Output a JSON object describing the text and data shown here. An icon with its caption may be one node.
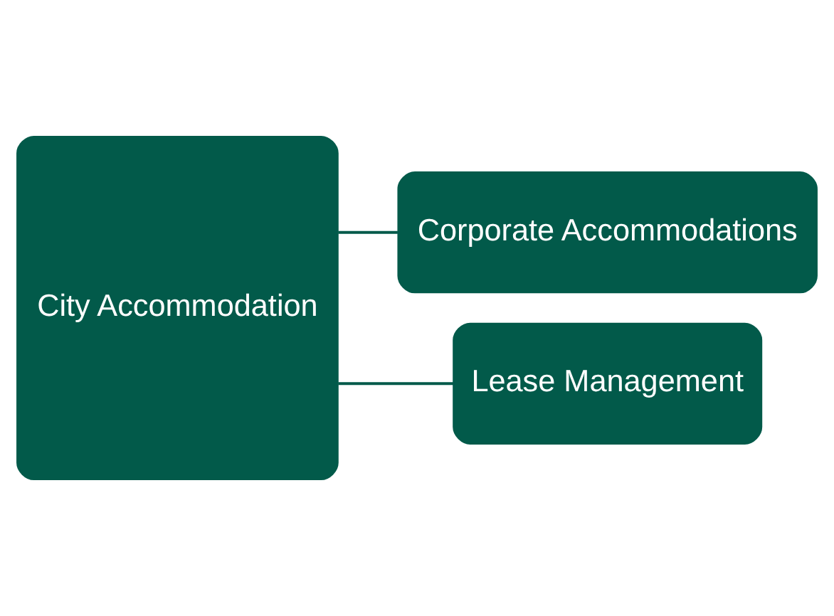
{
  "diagram": {
    "nodes": [
      {
        "text": [
          "City Accommodation"
        ]
      },
      {
        "text": [
          "Corporate Accommodations"
        ]
      },
      {
        "text": [
          "Lease Management"
        ]
      }
    ],
    "edges": [
      {
        "from": 0,
        "to": 1,
        "arrow": "none"
      },
      {
        "from": 0,
        "to": 2,
        "arrow": "none"
      }
    ]
  }
}
